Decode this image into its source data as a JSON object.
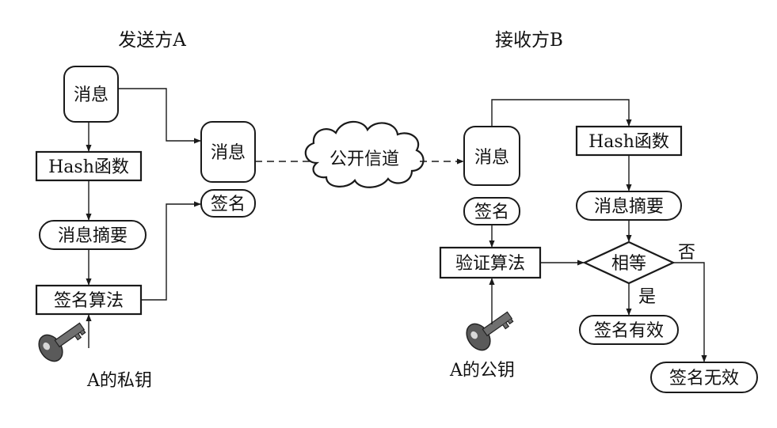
{
  "sender": {
    "title": "发送方A",
    "message": "消息",
    "hash_function": "Hash函数",
    "digest": "消息摘要",
    "sign_algorithm": "签名算法",
    "private_key": "A的私钥",
    "sent_message": "消息",
    "sent_signature": "签名"
  },
  "channel": {
    "label": "公开信道"
  },
  "receiver": {
    "title": "接收方B",
    "received_message": "消息",
    "received_signature": "签名",
    "verify_algorithm": "验证算法",
    "public_key": "A的公钥",
    "hash_function": "Hash函数",
    "digest": "消息摘要",
    "equal_check": "相等",
    "yes_label": "是",
    "no_label": "否",
    "valid": "签名有效",
    "invalid": "签名无效"
  }
}
